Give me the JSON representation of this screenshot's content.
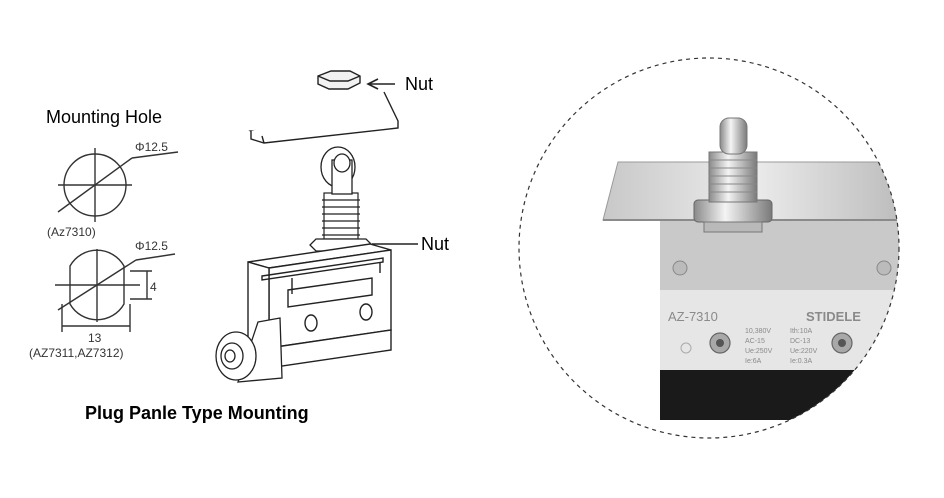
{
  "mounting_hole": {
    "title": "Mounting Hole",
    "diameter_1": "Φ12.5",
    "model_1": "(Az7310)",
    "diameter_2": "Φ12.5",
    "dim_width": "13",
    "dim_height": "4",
    "model_2": "(AZ7311,AZ7312)"
  },
  "assembly": {
    "nut_top_label": "Nut",
    "nut_body_label": "Nut",
    "caption": "Plug Panle Type Mounting"
  },
  "photo": {
    "model": "AZ-7310",
    "brand": "STIDELE",
    "spec_left": [
      "10,380V",
      "AC-15",
      "Ue:250V",
      "Ie:6A"
    ],
    "spec_right": [
      "Ith:10A",
      "DC-13",
      "Ue:220V",
      "Ie:0.3A"
    ]
  }
}
